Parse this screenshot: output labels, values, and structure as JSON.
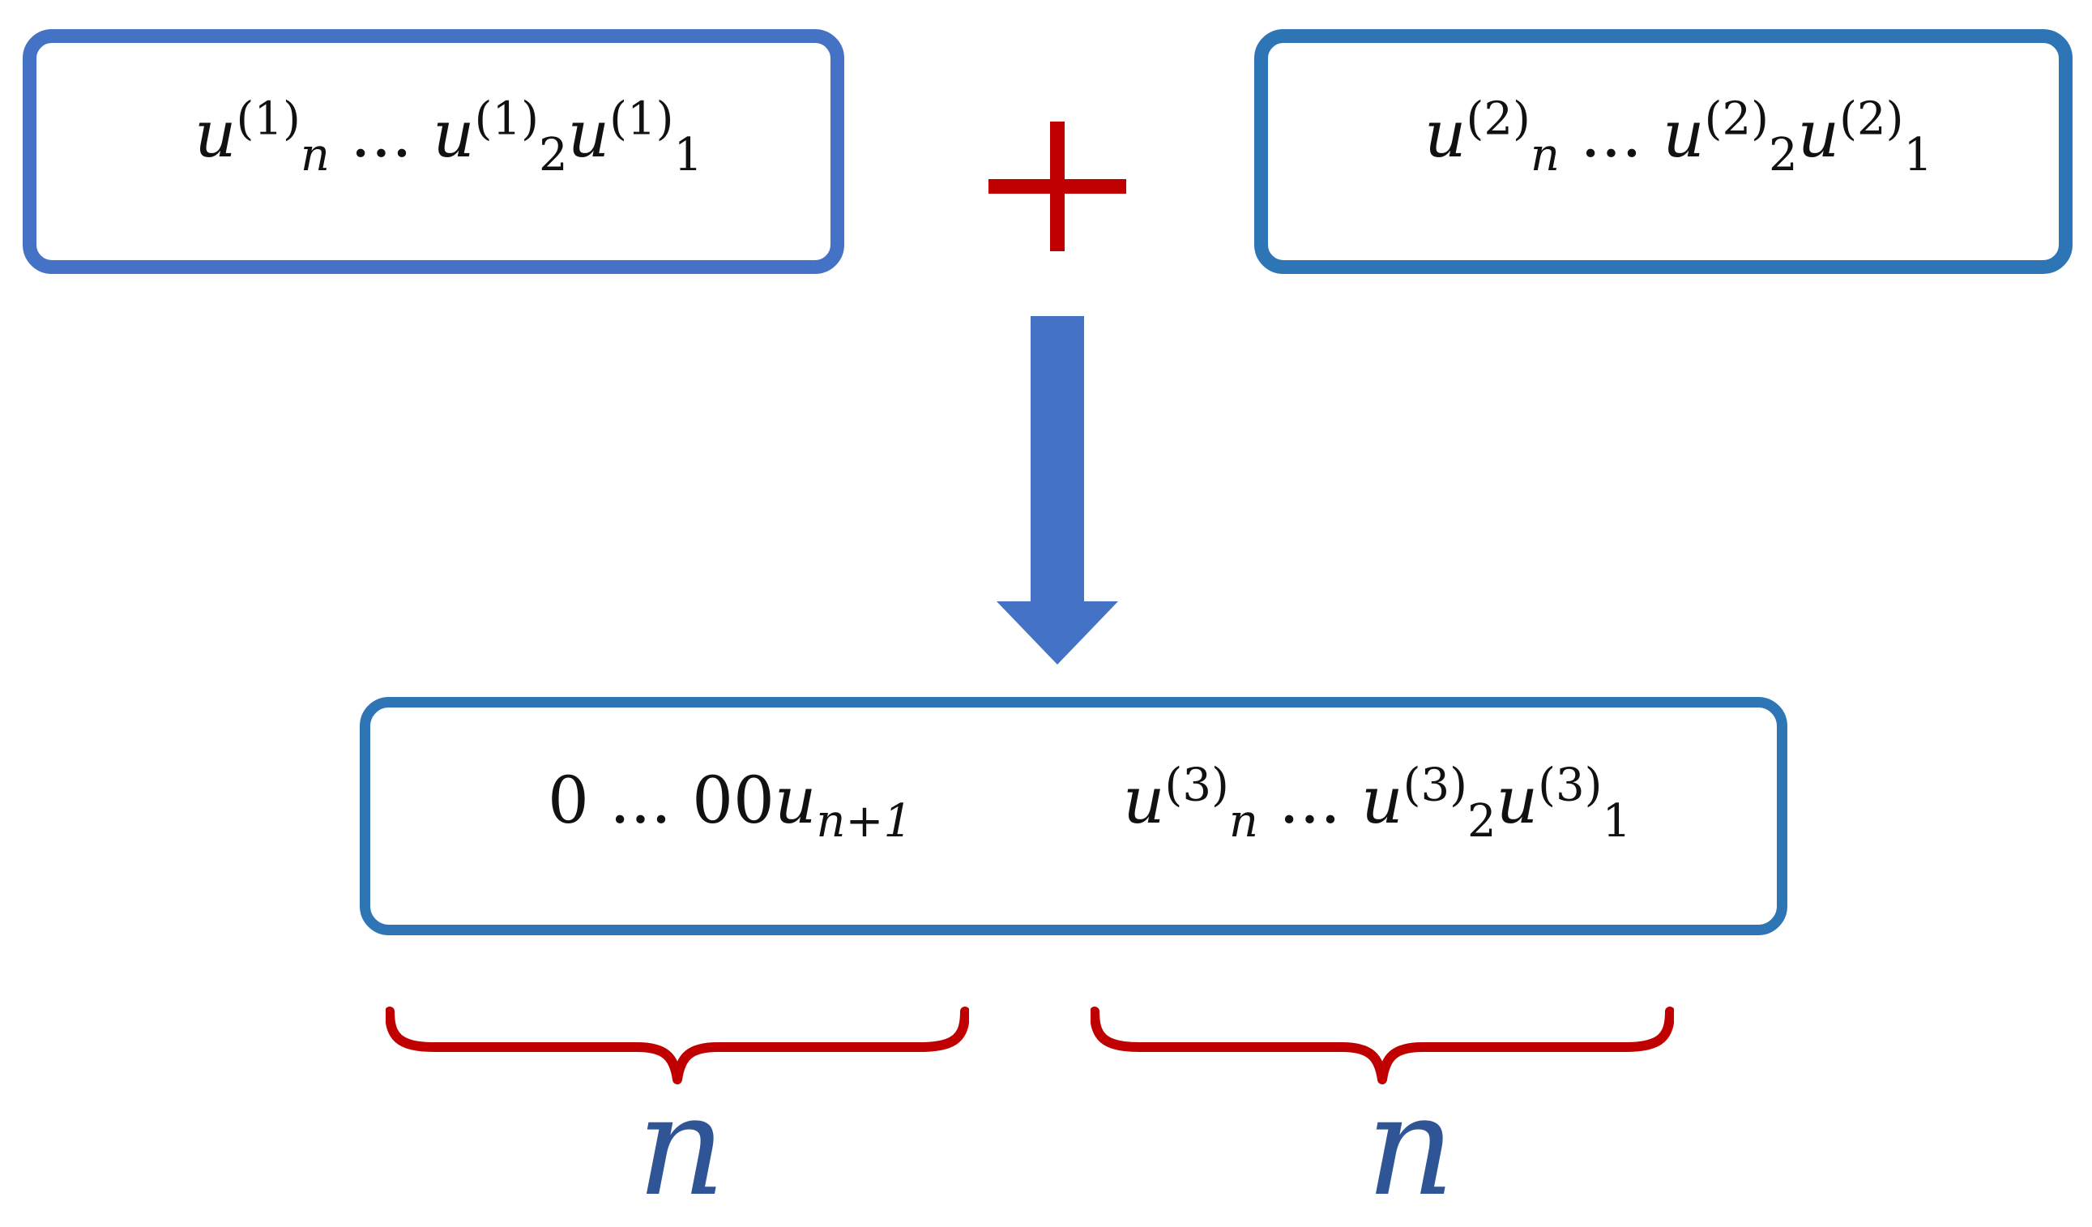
{
  "top_left_box": {
    "var": "u",
    "sup": "(1)",
    "sub_n": "n",
    "sub_2": "2",
    "sub_1": "1",
    "dots": "..."
  },
  "top_right_box": {
    "var": "u",
    "sup": "(2)",
    "sub_n": "n",
    "sub_2": "2",
    "sub_1": "1",
    "dots": "..."
  },
  "operator": {
    "icon": "plus-icon",
    "color": "#C00000"
  },
  "arrow": {
    "icon": "down-arrow-icon",
    "color": "#4472C4"
  },
  "result_box": {
    "leading_zero": "0",
    "dots": "...",
    "zeros": "00",
    "carry_var": "u",
    "carry_sub": "n+1",
    "var": "u",
    "sup": "(3)",
    "sub_n": "n",
    "sub_2": "2",
    "sub_1": "1"
  },
  "braces": {
    "color": "#C00000",
    "left_label": "n",
    "right_label": "n",
    "label_color": "#2F5597"
  }
}
